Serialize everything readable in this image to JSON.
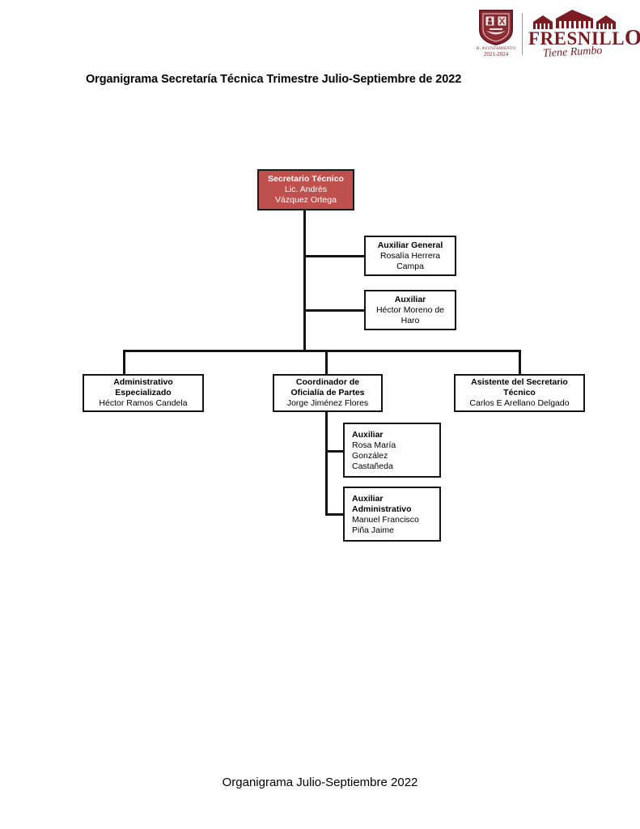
{
  "document": {
    "title": "Organigrama Secretaría Técnica Trimestre Julio-Septiembre de 2022",
    "footer": "Organigrama Julio-Septiembre 2022"
  },
  "logo": {
    "wordmark": "FRESNILL",
    "wordmark_last": "O",
    "tagline": "Tiene Rumbo",
    "crest_caption": "H. AYUNTAMIENTO",
    "crest_years": "2021-2024"
  },
  "chart_data": {
    "type": "diagram",
    "title": "Organigrama Secretaría Técnica Trimestre Julio-Septiembre de 2022",
    "nodes": [
      {
        "id": "root",
        "role": "Secretario Técnico",
        "name_line1": "Lic. Andrés",
        "name_line2": "Vázquez Ortega",
        "color": "#c0504d",
        "text_color": "#ffffff"
      },
      {
        "id": "aux-general",
        "role": "Auxiliar General",
        "name_line1": "Rosalía Herrera",
        "name_line2": "Campa"
      },
      {
        "id": "auxiliar",
        "role": "Auxiliar",
        "name_line1": "Héctor Moreno de",
        "name_line2": "Haro"
      },
      {
        "id": "admin-esp",
        "role_line1": "Administrativo",
        "role_line2": "Especializado",
        "name_line1": "Héctor Ramos Candela"
      },
      {
        "id": "coord-oficialia",
        "role_line1": "Coordinador de",
        "role_line2": "Oficialía de Partes",
        "name_line1": "Jorge Jiménez Flores"
      },
      {
        "id": "asistente",
        "role_line1": "Asistente del Secretario",
        "role_line2": "Técnico",
        "name_line1": "Carlos E Arellano Delgado"
      },
      {
        "id": "aux-rosa",
        "role": "Auxiliar",
        "name_line1": "Rosa María",
        "name_line2": "González",
        "name_line3": "Castañeda"
      },
      {
        "id": "aux-admin",
        "role_line1": "Auxiliar",
        "role_line2": "Administrativo",
        "name_line1": "Manuel Francisco",
        "name_line2": "Piña Jaime"
      }
    ],
    "edges": [
      {
        "from": "root",
        "to": "aux-general"
      },
      {
        "from": "root",
        "to": "auxiliar"
      },
      {
        "from": "root",
        "to": "admin-esp"
      },
      {
        "from": "root",
        "to": "coord-oficialia"
      },
      {
        "from": "root",
        "to": "asistente"
      },
      {
        "from": "coord-oficialia",
        "to": "aux-rosa"
      },
      {
        "from": "coord-oficialia",
        "to": "aux-admin"
      }
    ]
  }
}
